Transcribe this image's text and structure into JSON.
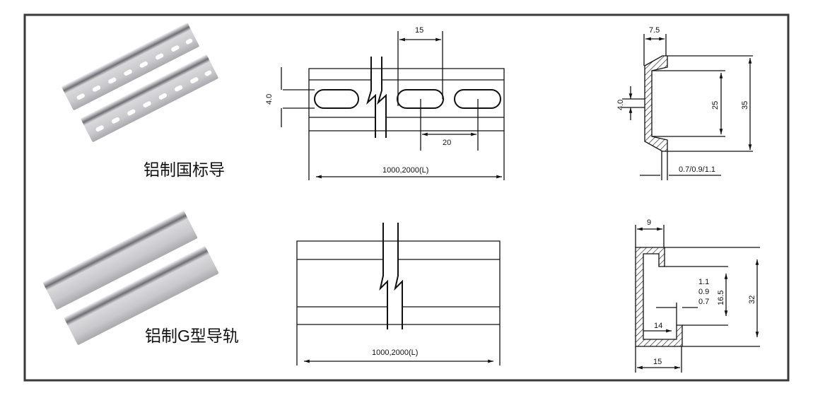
{
  "products": [
    {
      "caption": "铝制国标导",
      "photo": "slotted-aluminum-din-rail-photo",
      "front_view": {
        "slot_height": "4.0",
        "slot_length": "15",
        "slot_pitch": "20",
        "length": "1000,2000(L)"
      },
      "section": {
        "flange_width": "7.5",
        "hole": "4.0",
        "inner_height": "25",
        "outer_height": "35",
        "thickness": "0.7/0.9/1.1"
      }
    },
    {
      "caption": "铝制G型导轨",
      "photo": "aluminum-g-rail-photo",
      "front_view": {
        "length": "1000,2000(L)"
      },
      "section": {
        "top_width": "9",
        "thickness_1": "1.1",
        "thickness_2": "0.9",
        "thickness_3": "0.7",
        "inner_height": "16.5",
        "outer_height": "32",
        "inner_width": "14",
        "base_width": "15"
      }
    }
  ],
  "colors": {
    "frame": "#3a3a3a",
    "rail_light": "#e8e8ea",
    "rail_dark": "#8a8a90"
  }
}
